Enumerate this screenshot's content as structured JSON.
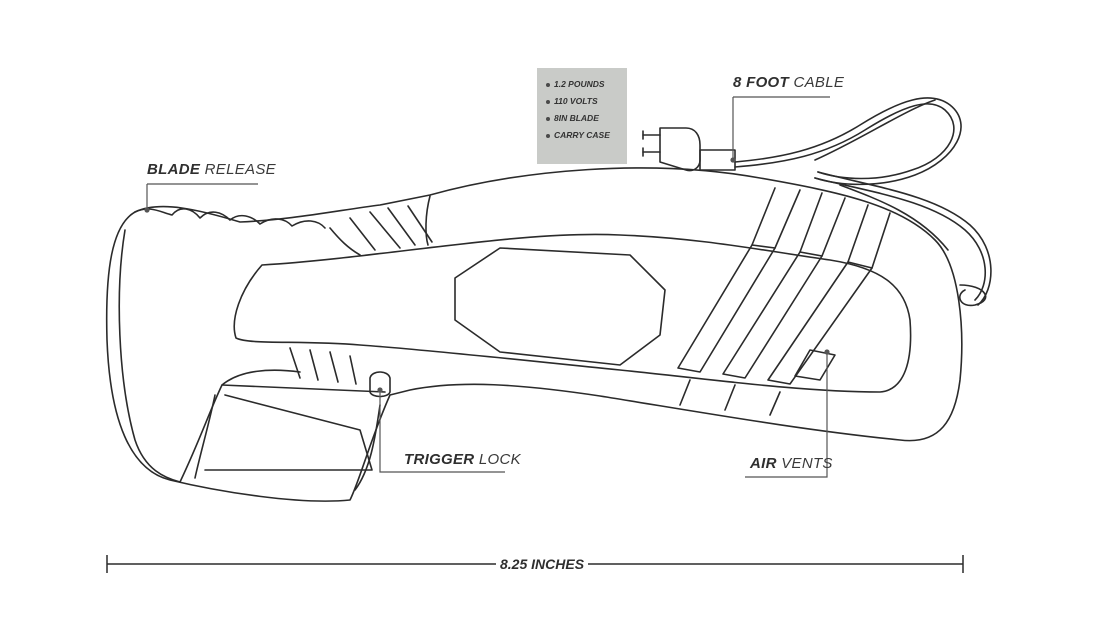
{
  "specs": {
    "items": [
      "1.2 POUNDS",
      "110 VOLTS",
      "8IN BLADE",
      "CARRY CASE"
    ]
  },
  "labels": {
    "cable": {
      "bold": "8 FOOT",
      "thin": "CABLE"
    },
    "blade_release": {
      "bold": "BLADE",
      "thin": "RELEASE"
    },
    "trigger_lock": {
      "bold": "TRIGGER",
      "thin": "LOCK"
    },
    "air_vents": {
      "bold": "AIR",
      "thin": "VENTS"
    }
  },
  "dimension": {
    "text": "8.25 INCHES"
  },
  "colors": {
    "line": "#2b2b2b",
    "spec_box": "#c9cbc8",
    "leader": "#555555"
  }
}
